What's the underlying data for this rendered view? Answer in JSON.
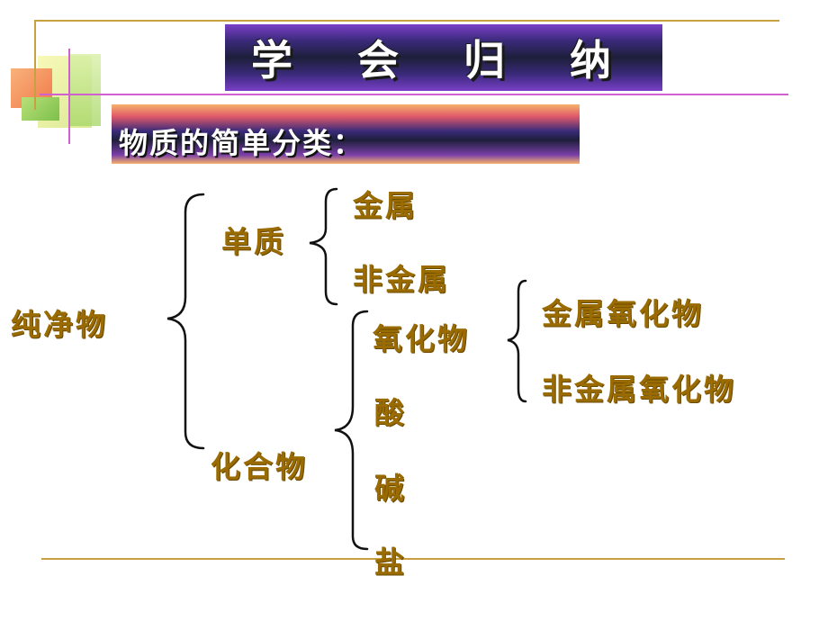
{
  "title": "学 会 归 纳",
  "subtitle": "物质的简单分类：",
  "tree": {
    "root": "纯净物",
    "level1": [
      "单质",
      "化合物"
    ],
    "simple_substances": [
      "金属",
      "非金属"
    ],
    "compounds": [
      "氧化物",
      "酸",
      "碱",
      "盐"
    ],
    "oxides": [
      "金属氧化物",
      "非金属氧化物"
    ]
  },
  "colors": {
    "node_text": "#9a6b00",
    "rule_gold": "#c8a040",
    "rule_magenta": "#d060d0"
  }
}
